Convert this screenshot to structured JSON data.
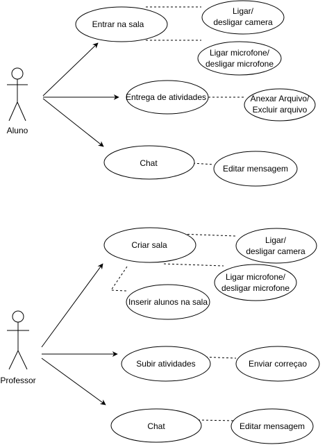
{
  "actors": {
    "aluno": {
      "label": "Aluno"
    },
    "professor": {
      "label": "Professor"
    }
  },
  "aluno_cases": {
    "entrar_sala": {
      "label": "Entrar na sala"
    },
    "ligar_camera": {
      "line1": "Ligar/",
      "line2": "desligar camera"
    },
    "ligar_microfone": {
      "line1": "Ligar microfone/",
      "line2": "desligar microfone"
    },
    "entrega_atividades": {
      "label": "Entrega de atividades"
    },
    "anexar_arquivo": {
      "line1": "Anexar Arquivo/",
      "line2": "Excluir arquivo"
    },
    "chat": {
      "label": "Chat"
    },
    "editar_mensagem": {
      "label": "Editar mensagem"
    }
  },
  "professor_cases": {
    "criar_sala": {
      "label": "Criar sala"
    },
    "ligar_camera": {
      "line1": "Ligar/",
      "line2": "desligar camera"
    },
    "ligar_microfone": {
      "line1": "Ligar microfone/",
      "line2": "desligar microfone"
    },
    "inserir_alunos": {
      "label": "Inserir alunos na sala"
    },
    "subir_atividades": {
      "label": "Subir atividades"
    },
    "enviar_correcao": {
      "label": "Enviar correçao"
    },
    "chat": {
      "label": "Chat"
    },
    "editar_mensagem": {
      "label": "Editar mensagem"
    }
  }
}
